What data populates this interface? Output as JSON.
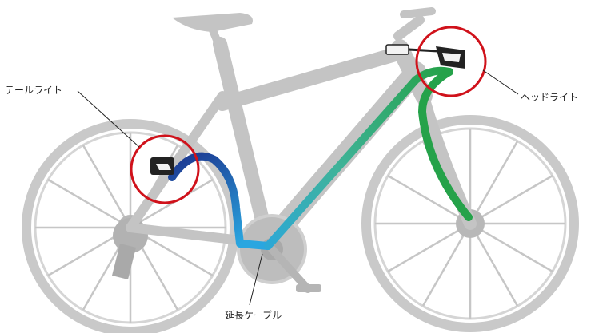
{
  "labels": {
    "tail_light": "テールライト",
    "head_light": "ヘッドライト",
    "extension_cable": "延長ケーブル"
  },
  "colors": {
    "bike_gray": "#c4c4c4",
    "bike_dark": "#a9a9a9",
    "highlight_red": "#d0121b",
    "cable_dark_blue": "#1d3f96",
    "cable_light_blue": "#2aa6e0",
    "cable_green": "#25a24a",
    "leader_line": "#222222"
  },
  "icons": [
    "tail-light-unit-icon",
    "head-light-unit-icon"
  ]
}
